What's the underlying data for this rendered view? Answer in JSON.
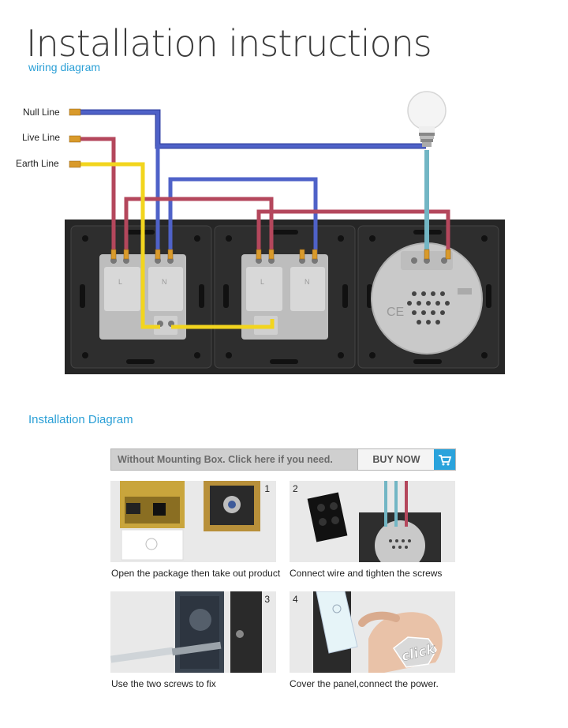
{
  "header": {
    "title": "Installation instructions",
    "subtitle": "wiring diagram"
  },
  "wiring": {
    "lines": [
      {
        "label": "Null Line",
        "color": "#4a5cc0"
      },
      {
        "label": "Live Line",
        "color": "#b0465a"
      },
      {
        "label": "Earth Line",
        "color": "#f2d51e"
      }
    ],
    "neutral_wire_color": "#4a5cc0",
    "live_wire_color": "#b0465a",
    "earth_wire_color": "#f2d51e",
    "lamp_wire_color": "#72b6c4",
    "panel_color": "#262626",
    "module_color": "#c9c9c9"
  },
  "installation": {
    "heading": "Installation Diagram",
    "promo_text": "Without Mounting Box. Click here if you need.",
    "buy_label": "BUY NOW",
    "accent_color": "#2aa3dc",
    "steps": [
      {
        "number": "1",
        "caption": "Open the package then take out product"
      },
      {
        "number": "2",
        "caption": "Connect wire and tighten the screws"
      },
      {
        "number": "3",
        "caption": "Use the two screws to fix"
      },
      {
        "number": "4",
        "caption": "Cover the panel,connect the power."
      }
    ],
    "click_word": "click"
  }
}
